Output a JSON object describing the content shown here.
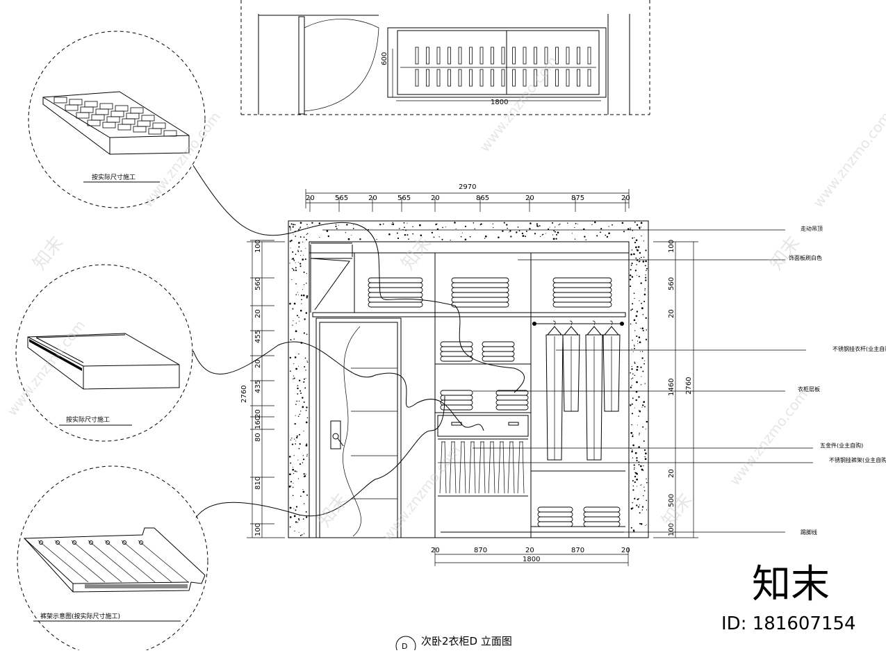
{
  "plan": {
    "dim_depth": "600",
    "dim_width": "1800"
  },
  "top_dims": [
    "20",
    "565",
    "20",
    "565",
    "20",
    "865",
    "20",
    "875",
    "20"
  ],
  "top_total": "2970",
  "left_dims": [
    "100",
    "560",
    "20",
    "455",
    "20",
    "435",
    "20",
    "160",
    "80",
    "810",
    "100"
  ],
  "left_total": "2760",
  "right_dims": [
    "100",
    "560",
    "20",
    "1460",
    "20",
    "500",
    "100"
  ],
  "right_total": "2760",
  "bottom_dims": [
    "20",
    "870",
    "20",
    "870",
    "20"
  ],
  "bottom_total": "1800",
  "annotations": [
    "走动吊顶",
    "饰面板刷白色",
    "不锈钢挂衣杆(业主自购)",
    "衣柜层板",
    "五金件(业主自购)",
    "不锈钢挂裤架(业主自购)",
    "踢脚线"
  ],
  "details": [
    {
      "caption": "按实际尺寸施工"
    },
    {
      "caption": "按实际尺寸施工"
    },
    {
      "caption": "裤架示意图(按实际尺寸施工)"
    }
  ],
  "title": {
    "text": "次卧2衣柜D 立面图",
    "symbol_letter": "D"
  },
  "watermark": {
    "brand": "知末",
    "url": "www.znzmo.com",
    "id_text": "ID: 181607154"
  }
}
